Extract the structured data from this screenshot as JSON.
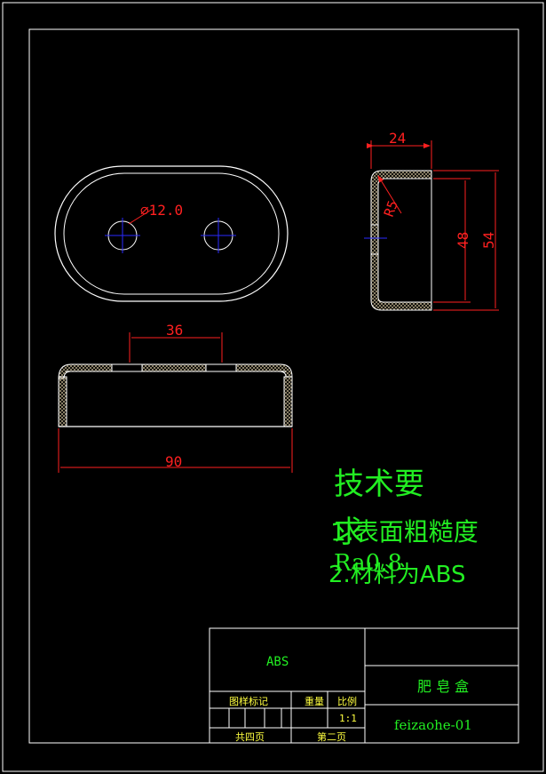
{
  "colors": {
    "background": "#000000",
    "outline": "#ffffff",
    "dimension": "#ff2020",
    "centerline": "#2a2aff",
    "notes": "#22ee22",
    "hatch": "#d8c8a0"
  },
  "dimensions": {
    "hole_dia": "⌀12.0",
    "side_width": "24",
    "radius": "R5",
    "inner_height": "48",
    "outer_height": "54",
    "hole_spacing": "36",
    "overall_length": "90"
  },
  "notes": {
    "heading": "技术要",
    "heading_wrap": "求",
    "line1": "1.表面粗糙度",
    "line1_wrap": "Ra0.8",
    "line2": "2.材料为ABS"
  },
  "title_block": {
    "material": "ABS",
    "part_name": "肥 皂 盒",
    "drawing_no": "feizaohe-01",
    "stage_mark_label": "图样标记",
    "weight_label": "重量",
    "scale_label": "比例",
    "scale_value": "1:1",
    "sheet_total": "共四页",
    "sheet_index": "第二页"
  }
}
